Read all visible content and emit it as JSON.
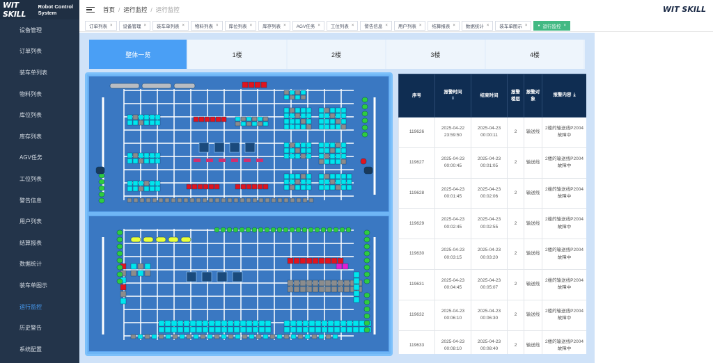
{
  "app": {
    "logo_mark": "WIT SKILL",
    "logo_text": "Robot Control System",
    "brand_right": "WIT SKILL"
  },
  "sidebar": {
    "items": [
      {
        "label": "设备管理",
        "active": false
      },
      {
        "label": "订单列表",
        "active": false
      },
      {
        "label": "装车单列表",
        "active": false
      },
      {
        "label": "物料列表",
        "active": false
      },
      {
        "label": "库位列表",
        "active": false
      },
      {
        "label": "库存列表",
        "active": false
      },
      {
        "label": "AGV任务",
        "active": false
      },
      {
        "label": "工位列表",
        "active": false
      },
      {
        "label": "警告信息",
        "active": false
      },
      {
        "label": "用户列表",
        "active": false
      },
      {
        "label": "结算报表",
        "active": false
      },
      {
        "label": "数据统计",
        "active": false
      },
      {
        "label": "装车单图示",
        "active": false
      },
      {
        "label": "运行监控",
        "active": true
      },
      {
        "label": "历史警告",
        "active": false
      },
      {
        "label": "系统配置",
        "active": false
      }
    ]
  },
  "breadcrumb": [
    "首页",
    "运行监控",
    "运行监控"
  ],
  "tags": [
    {
      "label": "订单列表",
      "active": false
    },
    {
      "label": "设备管理",
      "active": false
    },
    {
      "label": "装车单列表",
      "active": false
    },
    {
      "label": "物料列表",
      "active": false
    },
    {
      "label": "库位列表",
      "active": false
    },
    {
      "label": "库存列表",
      "active": false
    },
    {
      "label": "AGV任务",
      "active": false
    },
    {
      "label": "工位列表",
      "active": false
    },
    {
      "label": "警告信息",
      "active": false
    },
    {
      "label": "用户列表",
      "active": false
    },
    {
      "label": "结算报表",
      "active": false
    },
    {
      "label": "数据统计",
      "active": false
    },
    {
      "label": "装车单图示",
      "active": false
    },
    {
      "label": "运行监控",
      "active": true
    }
  ],
  "floor_tabs": [
    {
      "label": "整体一览",
      "active": true
    },
    {
      "label": "1楼",
      "active": false
    },
    {
      "label": "2楼",
      "active": false
    },
    {
      "label": "3楼",
      "active": false
    },
    {
      "label": "4楼",
      "active": false
    }
  ],
  "alarm_table": {
    "headers": {
      "id": "序号",
      "start": "报警时间",
      "end": "结束时间",
      "floor": "报警楼层",
      "target": "报警对象",
      "content": "报警内容"
    },
    "rows": [
      {
        "id": "119626",
        "start": "2025-04-22 23:59:50",
        "end": "2025-04-23 00:00:11",
        "floor": "2",
        "target": "输送线",
        "content": "2楼的输送线P2004故障中"
      },
      {
        "id": "119627",
        "start": "2025-04-23 00:00:45",
        "end": "2025-04-23 00:01:05",
        "floor": "2",
        "target": "输送线",
        "content": "2楼的输送线P2004故障中"
      },
      {
        "id": "119628",
        "start": "2025-04-23 00:01:45",
        "end": "2025-04-23 00:02:06",
        "floor": "2",
        "target": "输送线",
        "content": "2楼的输送线P2004故障中"
      },
      {
        "id": "119629",
        "start": "2025-04-23 00:02:45",
        "end": "2025-04-23 00:02:55",
        "floor": "2",
        "target": "输送线",
        "content": "2楼的输送线P2004故障中"
      },
      {
        "id": "119630",
        "start": "2025-04-23 00:03:15",
        "end": "2025-04-23 00:03:20",
        "floor": "2",
        "target": "输送线",
        "content": "2楼的输送线P2004故障中"
      },
      {
        "id": "119631",
        "start": "2025-04-23 00:04:45",
        "end": "2025-04-23 00:05:07",
        "floor": "2",
        "target": "输送线",
        "content": "2楼的输送线P2004故障中"
      },
      {
        "id": "119632",
        "start": "2025-04-23 00:06:10",
        "end": "2025-04-23 00:06:30",
        "floor": "2",
        "target": "输送线",
        "content": "2楼的输送线P2004故障中"
      },
      {
        "id": "119633",
        "start": "2025-04-23 00:08:10",
        "end": "2025-04-23 00:08:40",
        "floor": "2",
        "target": "输送线",
        "content": "2楼的输送线P2004故障中"
      }
    ]
  },
  "colors": {
    "sidebar_bg": "#23344a",
    "active_menu": "#4aa3ff",
    "active_tag": "#42b983",
    "floor_tab_active": "#4a9ff5",
    "table_header": "#0f2d52",
    "map_bg": "#3a78c2",
    "cell_cyan": "#00e6ee",
    "cell_red": "#e0141e",
    "cell_gray": "#8c8c8c",
    "cell_green": "#2ecc40",
    "cell_magenta": "#e020d0"
  }
}
